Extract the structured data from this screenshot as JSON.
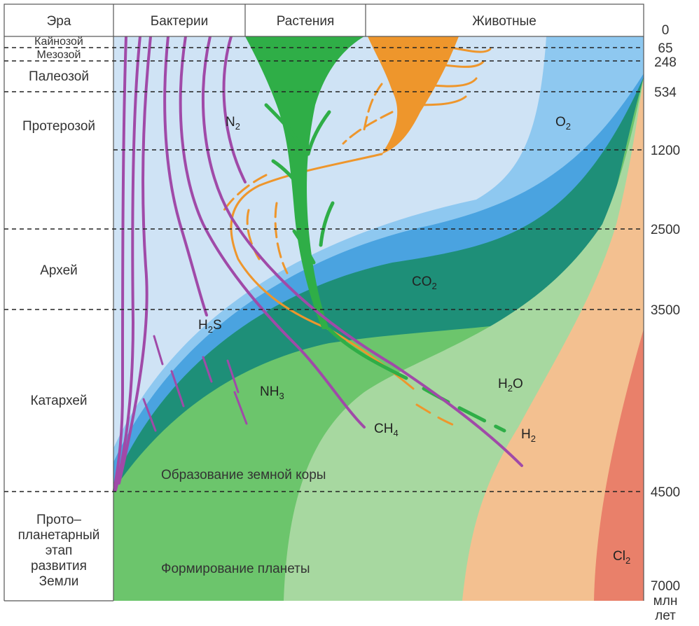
{
  "headers": {
    "era": "Эра",
    "bacteria": "Бактерии",
    "plants": "Растения",
    "animals": "Животные"
  },
  "eras": {
    "cenozoic": "Кайнозой",
    "mesozoic": "Мезозой",
    "paleozoic": "Палеозой",
    "proterozoic": "Протерозой",
    "archean": "Архей",
    "katarchean": "Катархей",
    "proto_1": "Прото–",
    "proto_2": "планетарный",
    "proto_3": "этап",
    "proto_4": "развития",
    "proto_5": "Земли"
  },
  "ages": [
    "0",
    "65",
    "248",
    "534",
    "1200",
    "2500",
    "3500",
    "4500",
    "7000"
  ],
  "age_unit_1": "млн",
  "age_unit_2": "лет",
  "gases": {
    "n2": "N",
    "n2_sub": "2",
    "o2": "O",
    "o2_sub": "2",
    "co2": "CO",
    "co2_sub": "2",
    "h2s_pre": "H",
    "h2s_sub": "2",
    "h2s_post": "S",
    "nh3": "NH",
    "nh3_sub": "3",
    "ch4": "CH",
    "ch4_sub": "4",
    "h2o_pre": "H",
    "h2o_sub": "2",
    "h2o_post": "O",
    "h2": "H",
    "h2_sub": "2",
    "cl2": "Cl",
    "cl2_sub": "2"
  },
  "captions": {
    "crust": "Образование земной коры",
    "planet": "Формирование планеты"
  },
  "colors": {
    "n2": "#cfe3f5",
    "o2": "#4aa3e0",
    "co2": "#1e8f78",
    "nh3": "#6cc56c",
    "ch4": "#a7d8a0",
    "h2o": "#f3c090",
    "cl2": "#e9806a",
    "bacteria": "#a04aa8",
    "plants": "#2fae47",
    "animals": "#ee962c"
  }
}
